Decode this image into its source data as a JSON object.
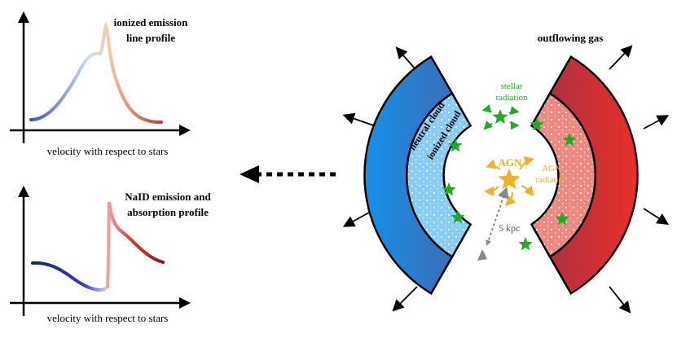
{
  "panels": {
    "ionized": {
      "title_line1": "ionized emission",
      "title_line2": "line profile",
      "xlabel": "velocity with respect to stars"
    },
    "naid": {
      "title_line1": "NaID emission and",
      "title_line2": "absorption profile",
      "xlabel": "velocity with respect to stars"
    }
  },
  "schematic": {
    "outflow_label": "outflowing gas",
    "neutral_cloud_label": "neutral cloud",
    "ionized_cloud_label": "ionized cloud",
    "stellar_label_line1": "stellar",
    "stellar_label_line2": "radiation",
    "agn_label": "AGN",
    "agn_radiation_line1": "AGN",
    "agn_radiation_line2": "radiation",
    "scale_label": "5 kpc"
  },
  "colors": {
    "blue_outer": "#1a6fd0",
    "blue_inner": "#7ec8f5",
    "red_outer": "#d8312b",
    "red_inner": "#f08a82",
    "star_green": "#22aa22",
    "agn_gold": "#f0b020",
    "arrow_black": "#000000"
  }
}
